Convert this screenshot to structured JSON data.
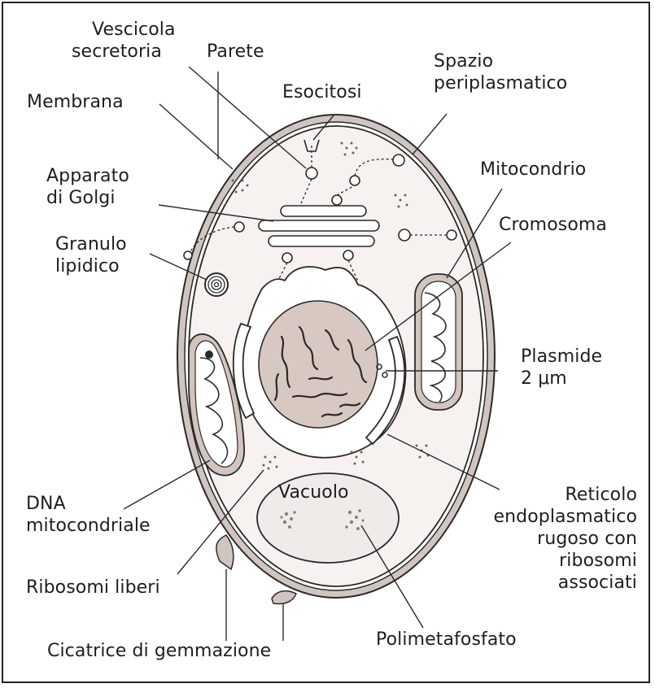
{
  "labels": {
    "vescicola_secretoria": [
      "Vescicola",
      "secretoria"
    ],
    "parete": "Parete",
    "esocitosi": "Esocitosi",
    "spazio_periplasmatico": [
      "Spazio",
      "periplasmatico"
    ],
    "membrana": "Membrana",
    "apparato_di_golgi": [
      "Apparato",
      "di Golgi"
    ],
    "mitocondrio": "Mitocondrio",
    "cromosoma": "Cromosoma",
    "granulo_lipidico": [
      "Granulo",
      "lipidico"
    ],
    "plasmide": [
      "Plasmide",
      "2 μm"
    ],
    "vacuolo": "Vacuolo",
    "dna_mitocondriale": [
      "DNA",
      "mitocondriale"
    ],
    "reticolo": [
      "Reticolo",
      "endoplasmatico",
      "rugoso con",
      "ribosomi",
      "associati"
    ],
    "ribosomi_liberi": "Ribosomi liberi",
    "cicatrice_di_gemmazione": "Cicatrice di gemmazione",
    "polimetafosfato": "Polimetafosfato"
  },
  "colors": {
    "ink": "#2a2a2a",
    "wall": "#d0c5c1",
    "cytoplasm": "#f7f2f0",
    "nucleus": "#d8c8c2",
    "mitochondria": "#d3c4be",
    "vacuole": "#f0ebe9"
  }
}
